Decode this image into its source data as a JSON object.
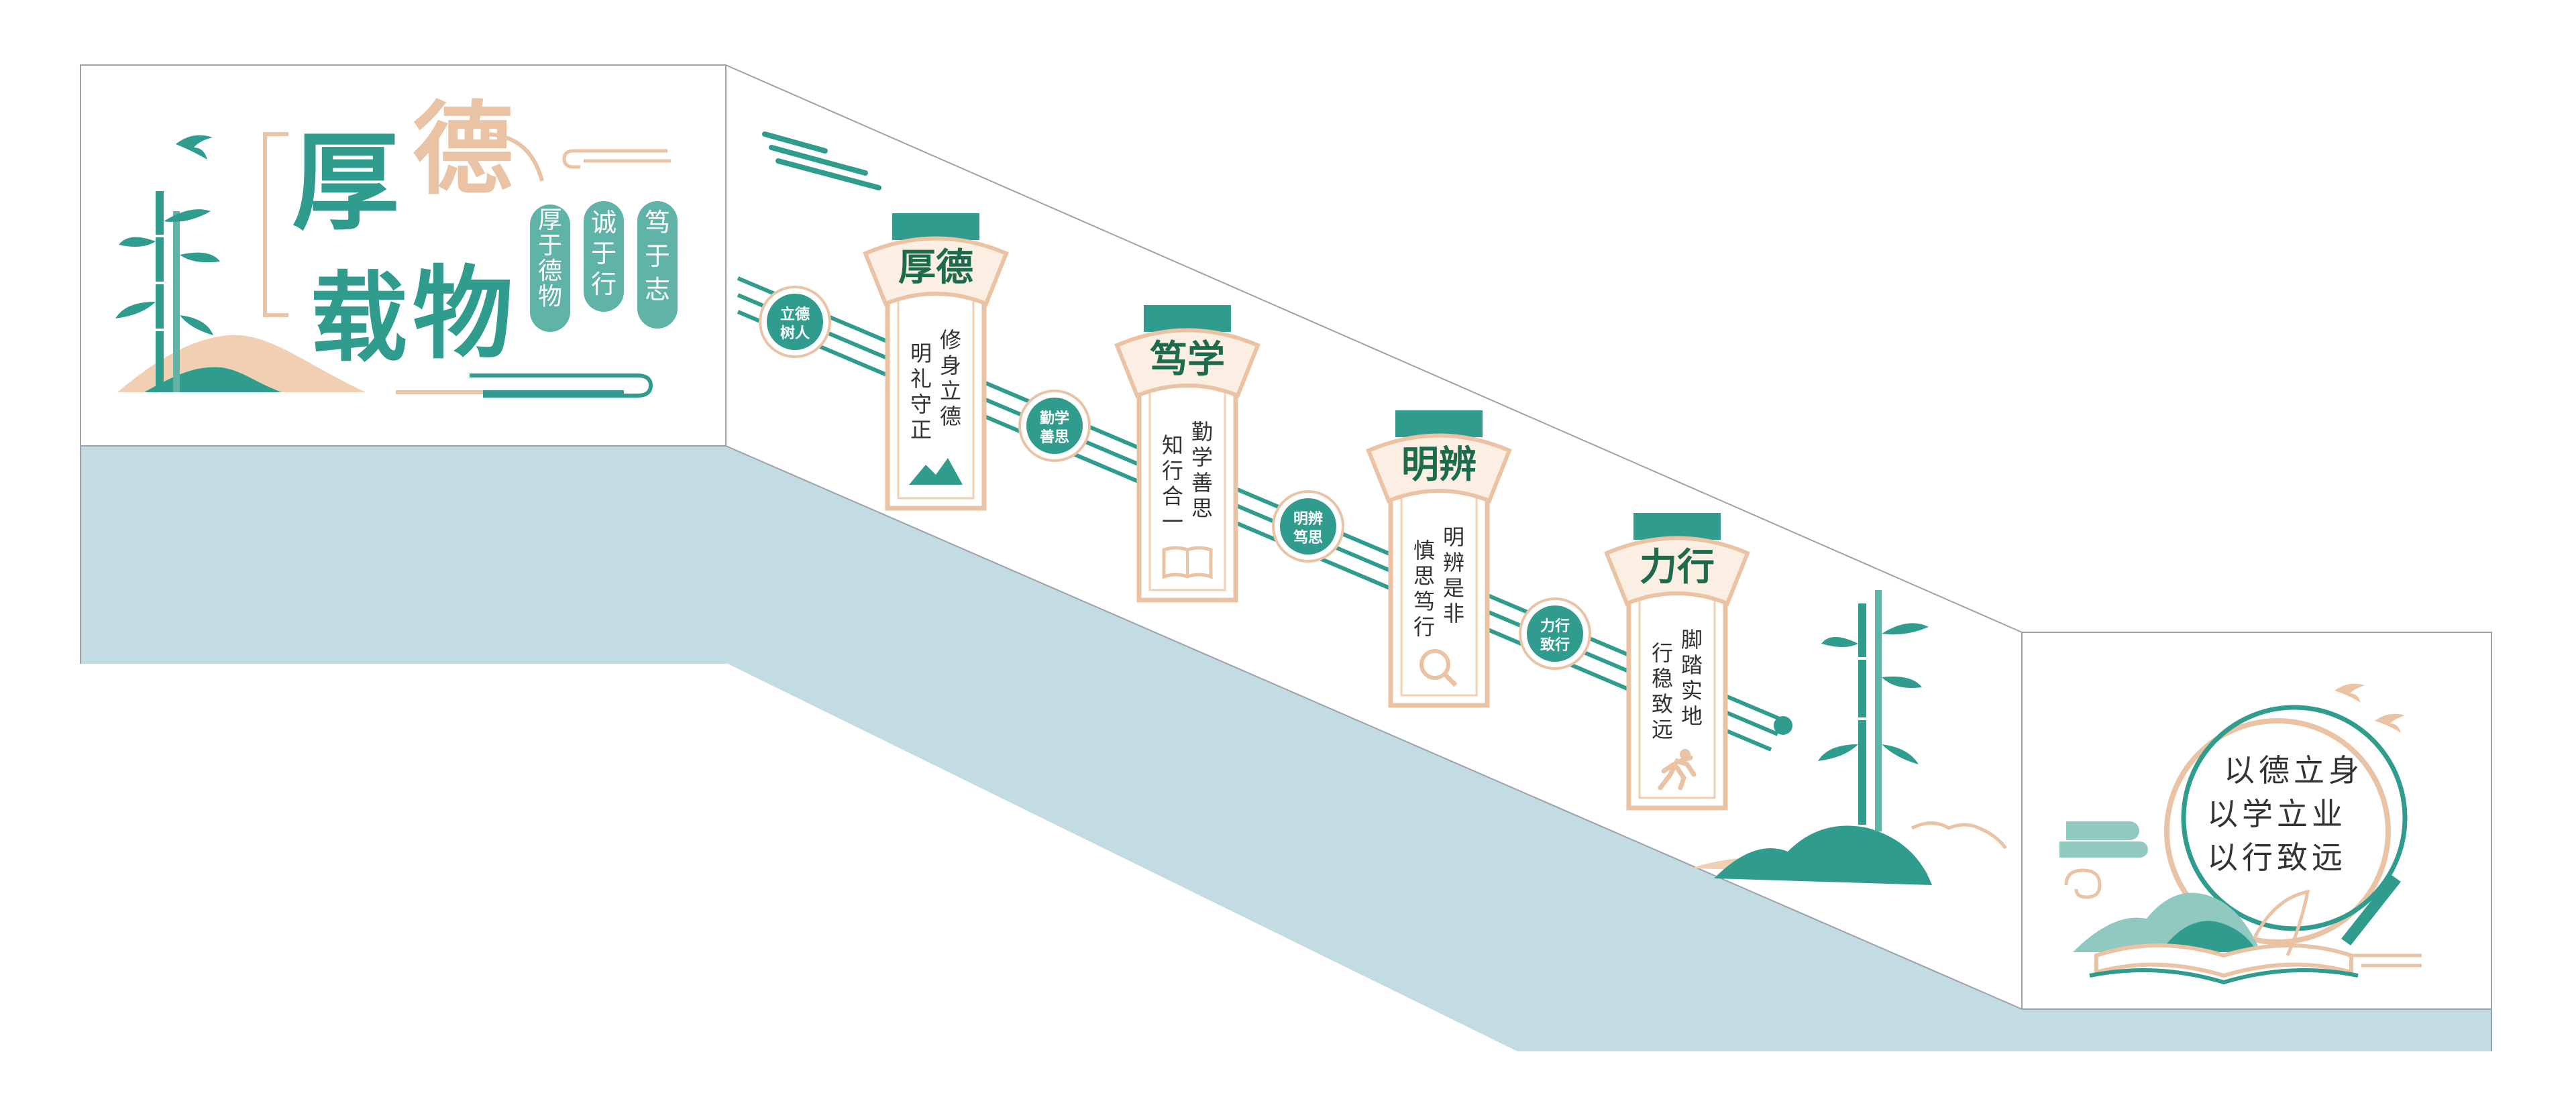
{
  "left_panel": {
    "big_title": [
      "厚",
      "德",
      "载",
      "物"
    ],
    "pills": [
      "厚于德物",
      "诚于行",
      "笃于志"
    ]
  },
  "panels": [
    {
      "title": "厚德",
      "col_right": "修身立德",
      "col_left": "明礼守正",
      "icon": "mountain-icon"
    },
    {
      "title": "笃学",
      "col_right": "勤学善思",
      "col_left": "知行合一",
      "icon": "book-icon"
    },
    {
      "title": "明辨",
      "col_right": "明辨是非",
      "col_left": "慎思笃行",
      "icon": "magnifier-icon"
    },
    {
      "title": "力行",
      "col_right": "脚踏实地",
      "col_left": "行稳致远",
      "icon": "runner-icon"
    }
  ],
  "nodes": [
    {
      "top": "立德",
      "bottom": "树人"
    },
    {
      "top": "勤学",
      "bottom": "善思"
    },
    {
      "top": "明辨",
      "bottom": "笃思"
    },
    {
      "top": "力行",
      "bottom": "致行"
    }
  ],
  "right_panel": {
    "lines": [
      "以德立身",
      "以学立业",
      "以行致远"
    ]
  },
  "colors": {
    "teal": "#2f9c8e",
    "dark_teal": "#1f7d6e",
    "light_teal": "#8fc9bf",
    "peach": "#e9c3a4",
    "light_peach": "#f4dcc8",
    "wall_blue": "#c3dbe2",
    "green_text": "#1d6b4c"
  }
}
